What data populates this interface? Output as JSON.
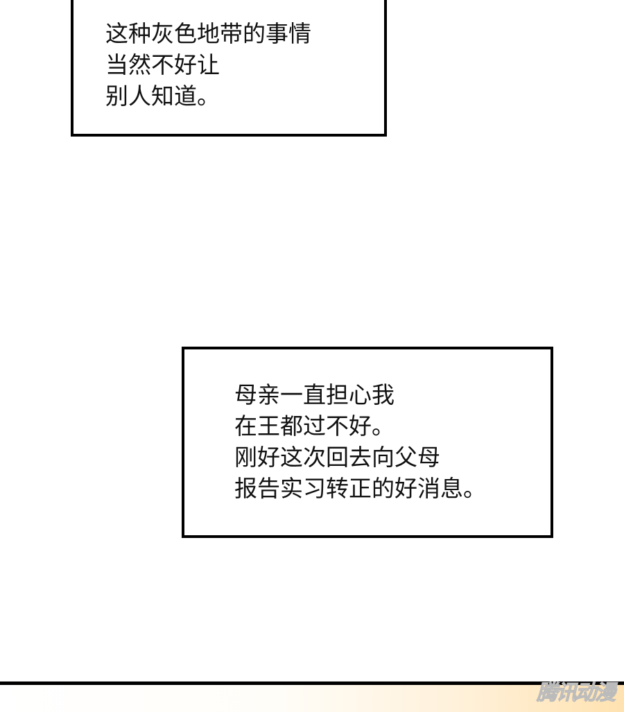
{
  "panel1": {
    "lines": [
      "这种灰色地带的事情",
      "当然不好让",
      "别人知道。"
    ]
  },
  "panel2": {
    "lines": [
      "母亲一直担心我",
      "在王都过不好。",
      "刚好这次回去向父母",
      "报告实习转正的好消息。"
    ]
  },
  "watermark": "腾讯动漫"
}
